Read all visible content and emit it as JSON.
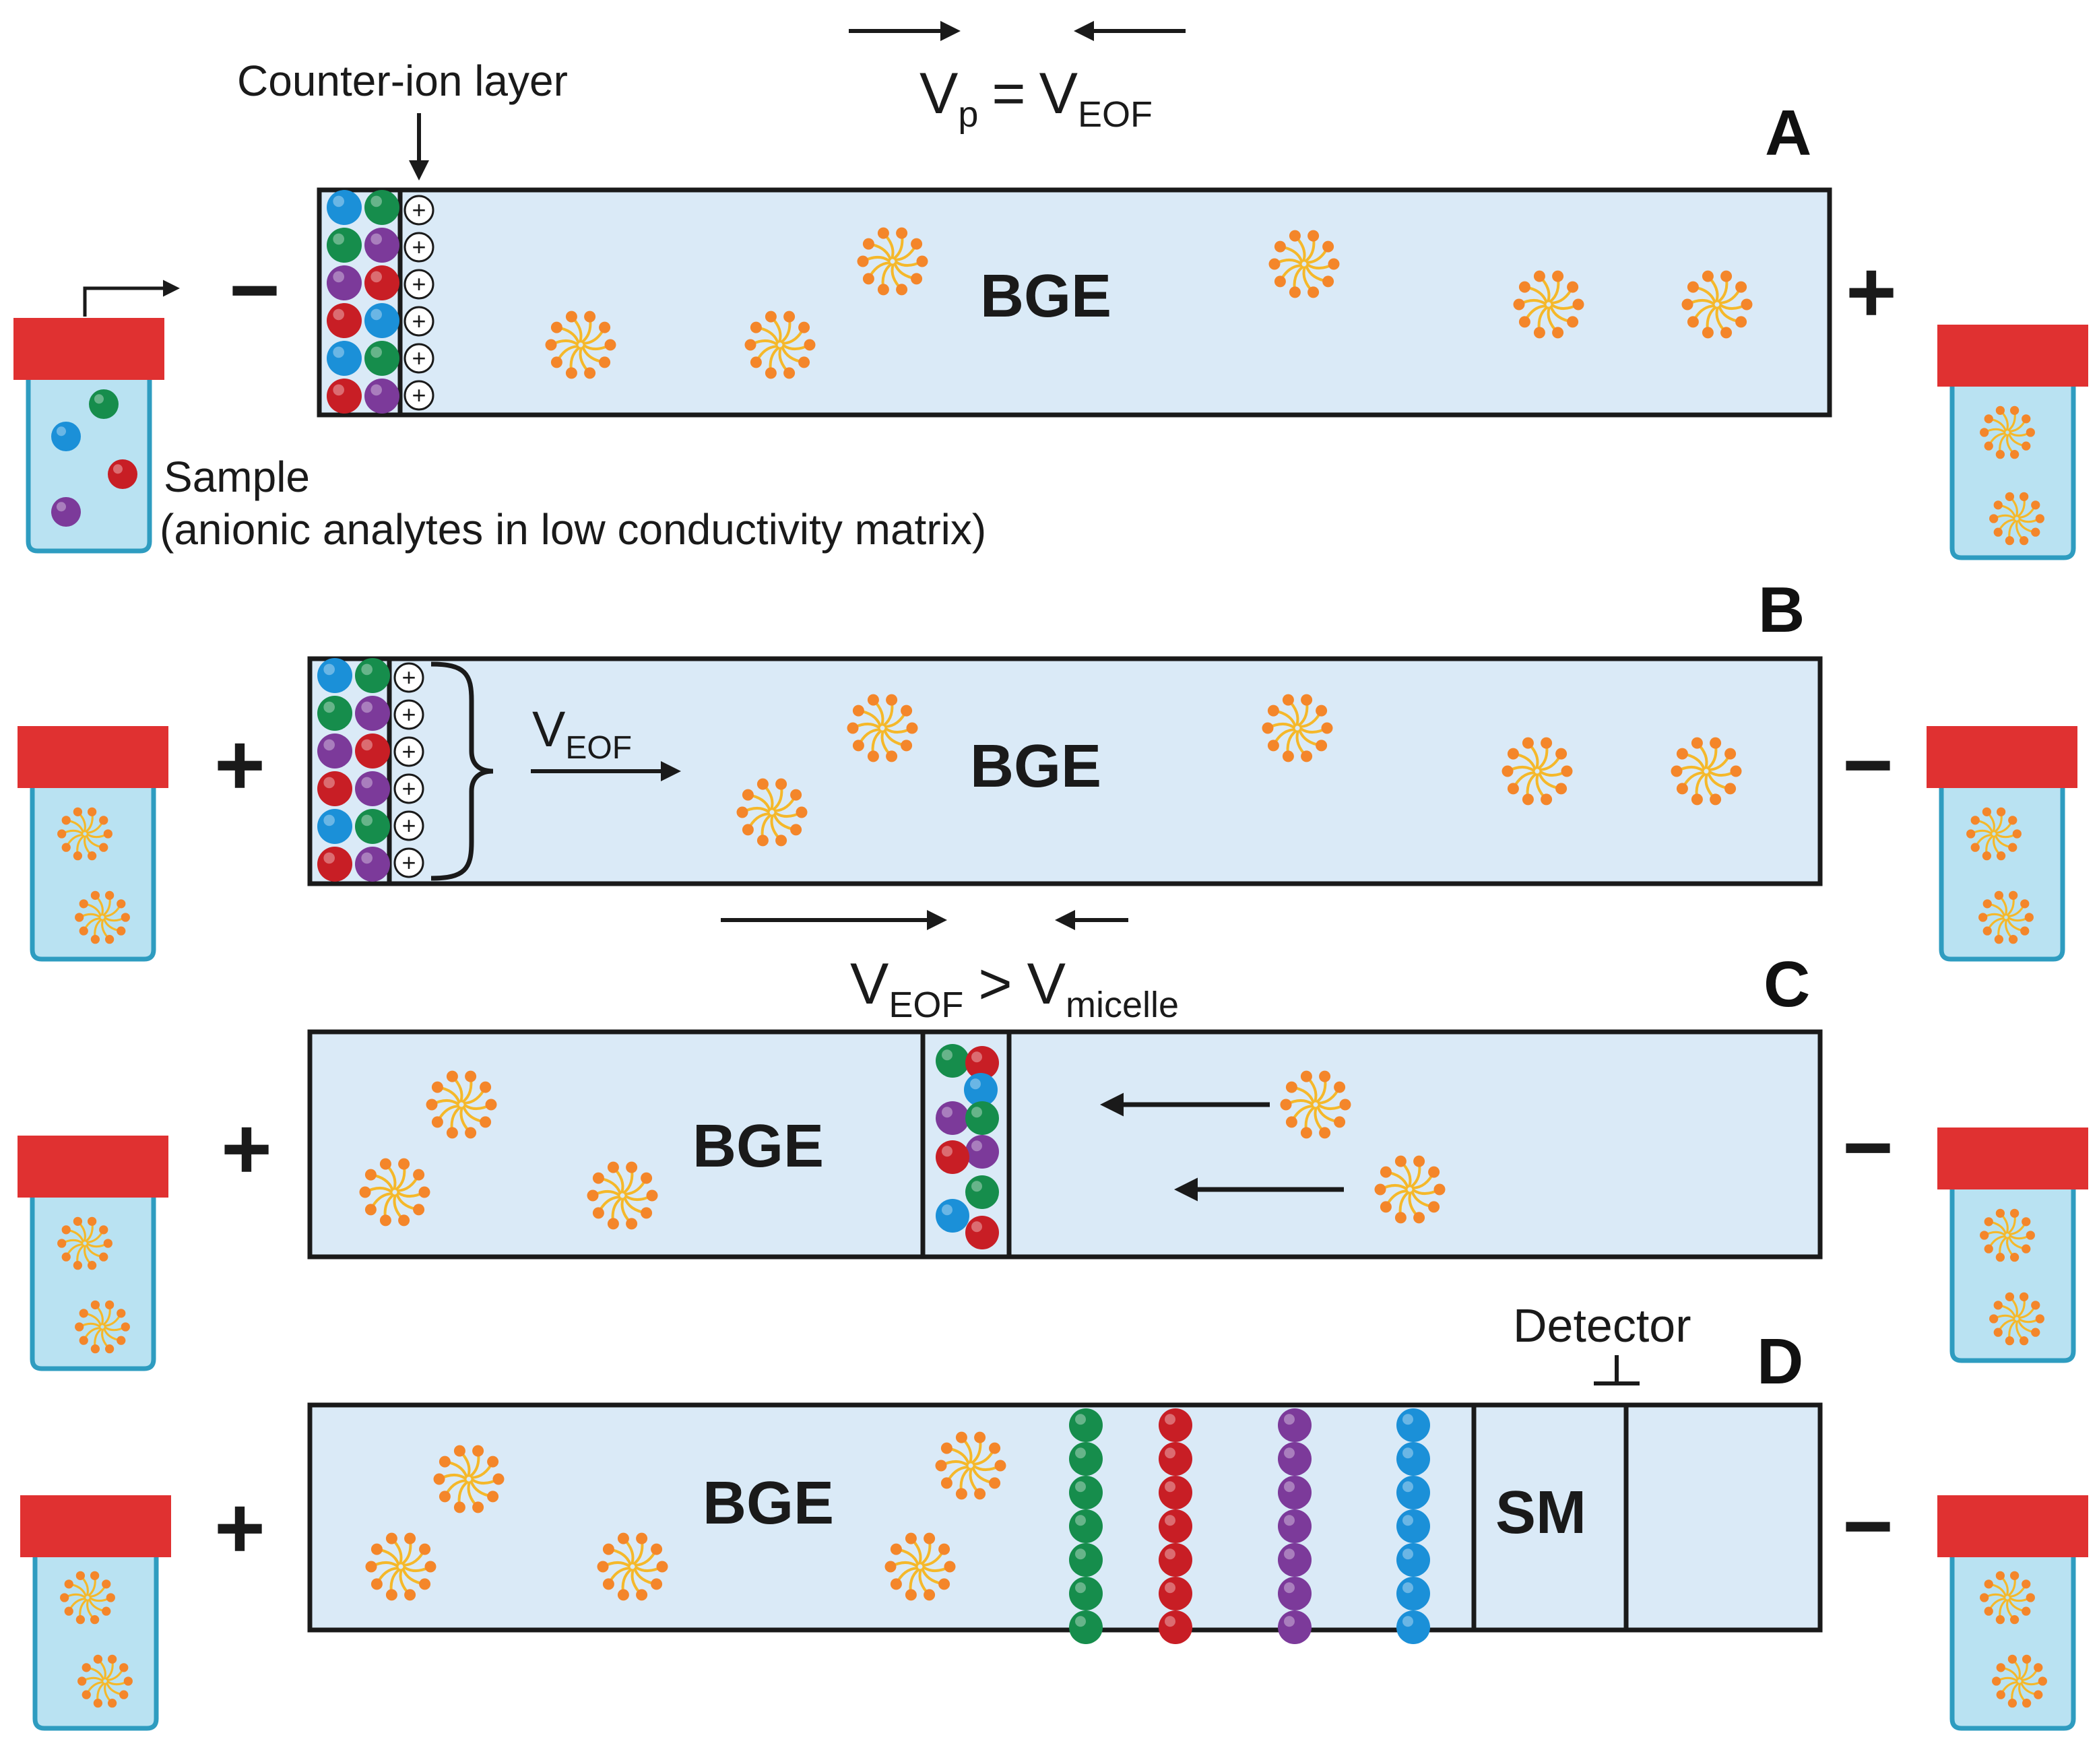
{
  "labels": {
    "counter_ion": "Counter-ion layer",
    "sample_line1": "Sample",
    "sample_line2": "(anionic analytes in low conductivity matrix)",
    "bge": "BGE",
    "sm": "SM",
    "detector": "Detector",
    "plus": "+",
    "minus": "−",
    "counter_charge": "+"
  },
  "equations": {
    "a": {
      "left": "V",
      "left_sub": "p",
      "op": "=",
      "right": "V",
      "right_sub": "EOF"
    },
    "b": {
      "v": "V",
      "sub": "EOF"
    },
    "c": {
      "left": "V",
      "left_sub": "EOF",
      "op": ">",
      "right": "V",
      "right_sub": "micelle"
    }
  },
  "panels": [
    "A",
    "B",
    "C",
    "D"
  ],
  "colors": {
    "capillary_fill": "#daeaf7",
    "vial_fill": "#b9e2f2",
    "vial_outline": "#2e9cc0",
    "cap": "#e03131",
    "micelle_head": "#f4862a",
    "micelle_tail": "#f5b82a",
    "analyte_blue": "#1b90d8",
    "analyte_green": "#168d4c",
    "analyte_purple": "#7c3a9a",
    "analyte_red": "#c81e25"
  },
  "icons": {
    "micelle": "micelle-icon",
    "analyte": "analyte-ball-icon",
    "vial": "vial-icon"
  }
}
